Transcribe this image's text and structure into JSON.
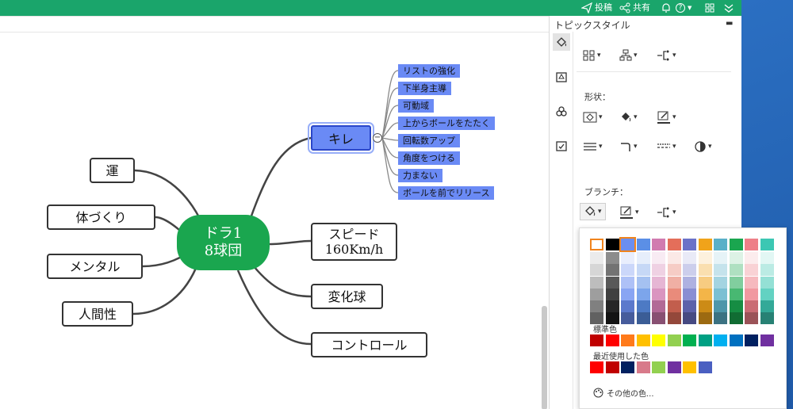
{
  "topbar": {
    "post_label": "投稿",
    "share_label": "共有",
    "help_label": "?"
  },
  "mindmap": {
    "central": "ドラ1\n8球団",
    "left_nodes": [
      "運",
      "体づくり",
      "メンタル",
      "人間性"
    ],
    "selected_node": "キレ",
    "collapse_symbol": "−",
    "right_nodes": [
      "スピード\n160Km/h",
      "変化球",
      "コントロール"
    ],
    "subtopics": [
      "リストの強化",
      "下半身主導",
      "可動域",
      "上からボールをたたく",
      "回転数アップ",
      "角度をつける",
      "力まない",
      "ボールを前でリリース"
    ]
  },
  "panel": {
    "title": "トピックスタイル",
    "shape_label": "形状：",
    "branch_label": "ブランチ：",
    "side_icons": [
      "paint-bucket-icon",
      "style-icon",
      "clover-icon",
      "checklist-icon"
    ]
  },
  "picker": {
    "standard_label": "標準色",
    "recent_label": "最近使用した色",
    "more_label": "その他の色...",
    "top_row": [
      "#ffffff",
      "#000000",
      "#6b8ef0",
      "#5b8fe6",
      "#d17bb0",
      "#e46e5a",
      "#6c72c8",
      "#f0a31a",
      "#5ab0c8",
      "#1aa64f",
      "#ee7f88",
      "#3cc7b3"
    ],
    "standard_colors": [
      "#c00000",
      "#ff0000",
      "#ff7a1a",
      "#ffc000",
      "#ffff00",
      "#92d050",
      "#00b050",
      "#00a083",
      "#00b0f0",
      "#0070c0",
      "#002060",
      "#7030a0"
    ],
    "recent_colors": [
      "#ff0000",
      "#c00000",
      "#002060",
      "#d87a8a",
      "#92d050",
      "#7030a0",
      "#ffc000",
      "#4a5fc1"
    ]
  }
}
